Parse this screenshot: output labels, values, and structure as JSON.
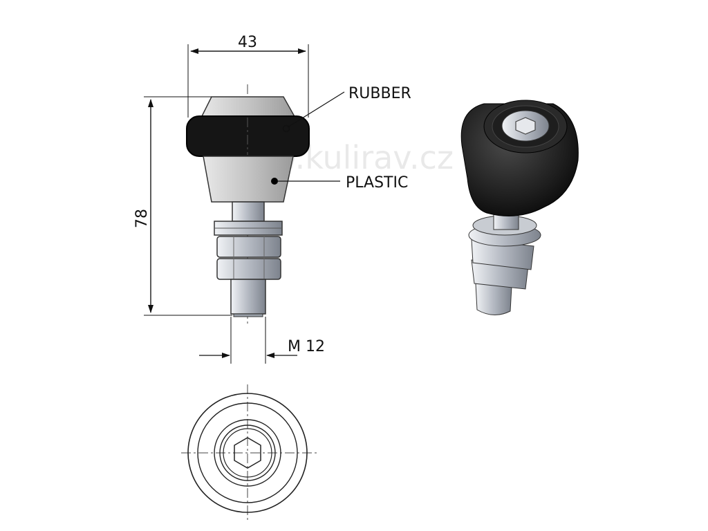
{
  "dimensions": {
    "width": "43",
    "height": "78",
    "thread": "M 12"
  },
  "labels": {
    "rubber": "RUBBER",
    "plastic": "PLASTIC"
  },
  "watermark": "www.kulirav.cz",
  "colors": {
    "line": "#111111",
    "rubber": "#1a1a1a",
    "plastic": "#c9c9c9",
    "metal": "#b8bcc4"
  }
}
